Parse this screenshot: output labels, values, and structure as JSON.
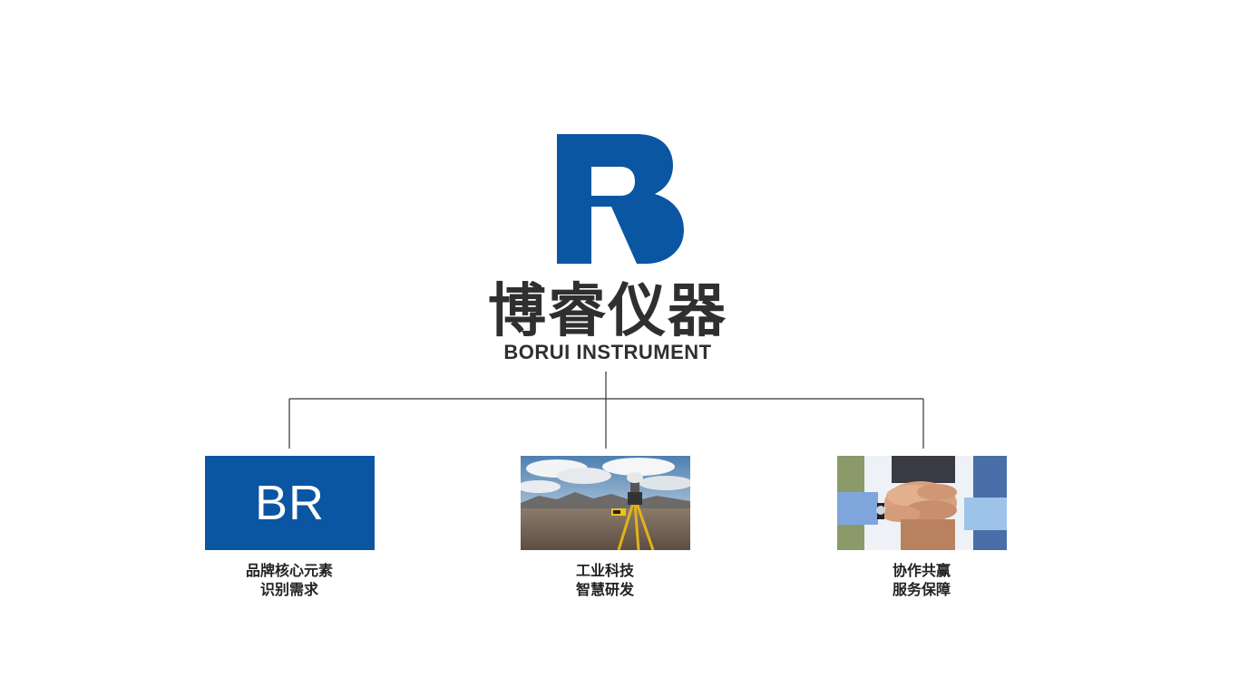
{
  "brand": {
    "name_cn": "博睿仪器",
    "name_en": "BORUI INSTRUMENT",
    "logo_mark_letter": "B",
    "primary_color": "#0b56a3",
    "text_color": "#2f2f2f"
  },
  "branches": [
    {
      "card_text": "BR",
      "caption_line1": "品牌核心元素",
      "caption_line2": "识别需求"
    },
    {
      "image": "gnss-survey-receiver-on-tripod-in-desert",
      "caption_line1": "工业科技",
      "caption_line2": "智慧研发"
    },
    {
      "image": "stacked-hands-teamwork",
      "caption_line1": "协作共赢",
      "caption_line2": "服务保障"
    }
  ]
}
